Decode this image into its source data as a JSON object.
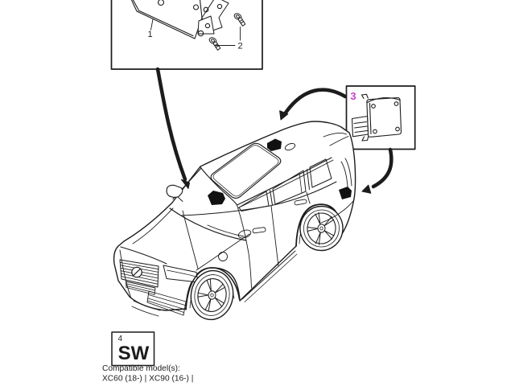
{
  "figure": {
    "background": "#ffffff",
    "ink": "#1c1c1c",
    "callouts": {
      "part1": "1",
      "part2": "2",
      "part3": "3",
      "part3_color": "#cc3fcc",
      "part4": "4",
      "software": "SW"
    },
    "footer": {
      "title": "Compatible model(s):",
      "models": "XC60 (18-) | XC90 (16-) |"
    }
  }
}
